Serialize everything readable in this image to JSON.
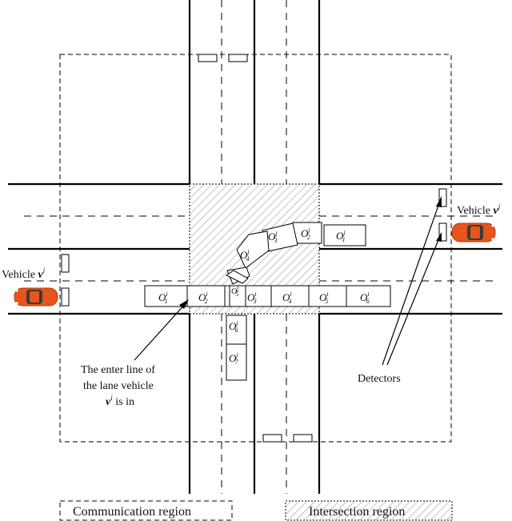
{
  "labels": {
    "vehicle_j": "Vehicle",
    "vehicle_j_sym": "v",
    "vehicle_j_sup": "j",
    "vehicle_i": "Vehicle",
    "vehicle_i_sym": "v",
    "vehicle_i_sup": "i",
    "enter_line_1": "The enter line of",
    "enter_line_2": "the lane vehicle",
    "enter_line_3_sym": "v",
    "enter_line_3_sup": "i",
    "enter_line_3_rest": " is in",
    "detectors": "Detectors"
  },
  "legend": {
    "communication": "Communication region",
    "intersection": "Intersection region"
  },
  "boxes_i": [
    {
      "sup": "i",
      "sub": "1"
    },
    {
      "sup": "i",
      "sub": "2"
    },
    {
      "sup": "i",
      "sub": "3"
    },
    {
      "sup": "i",
      "sub": "4"
    },
    {
      "sup": "i",
      "sub": "5"
    },
    {
      "sup": "i",
      "sub": "6"
    }
  ],
  "boxes_j": [
    {
      "sup": "j",
      "sub": "1"
    },
    {
      "sup": "j",
      "sub": "2"
    },
    {
      "sup": "j",
      "sub": "3"
    },
    {
      "sup": "j",
      "sub": "4"
    },
    {
      "sup": "j",
      "sub": "5"
    },
    {
      "sup": "j",
      "sub": "6"
    },
    {
      "sup": "j",
      "sub": "7"
    }
  ],
  "colors": {
    "car": "#e8541c",
    "car_dark": "#b33a0e",
    "hatch": "#8a8a8a"
  }
}
